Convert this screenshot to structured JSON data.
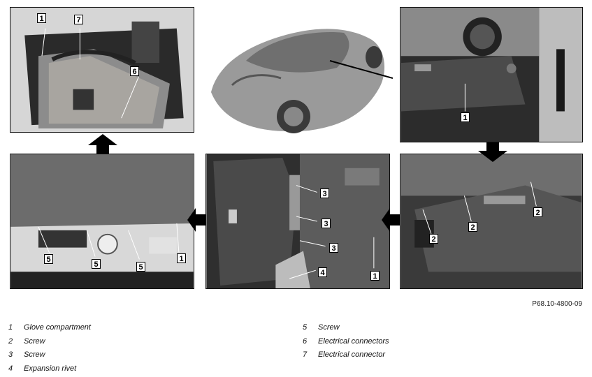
{
  "doc_ref": "P68.10-4800-09",
  "callouts": {
    "p1": [
      "1",
      "7",
      "6"
    ],
    "p3": [
      "1"
    ],
    "p4": [
      "2",
      "2",
      "2"
    ],
    "p5": [
      "3",
      "3",
      "3",
      "4",
      "1"
    ],
    "p6": [
      "5",
      "5",
      "5",
      "1"
    ]
  },
  "legend_left": [
    {
      "num": "1",
      "label": "Glove compartment"
    },
    {
      "num": "2",
      "label": "Screw"
    },
    {
      "num": "3",
      "label": "Screw"
    },
    {
      "num": "4",
      "label": "Expansion rivet"
    }
  ],
  "legend_right": [
    {
      "num": "5",
      "label": "Screw"
    },
    {
      "num": "6",
      "label": "Electrical connectors"
    },
    {
      "num": "7",
      "label": "Electrical connector"
    }
  ]
}
